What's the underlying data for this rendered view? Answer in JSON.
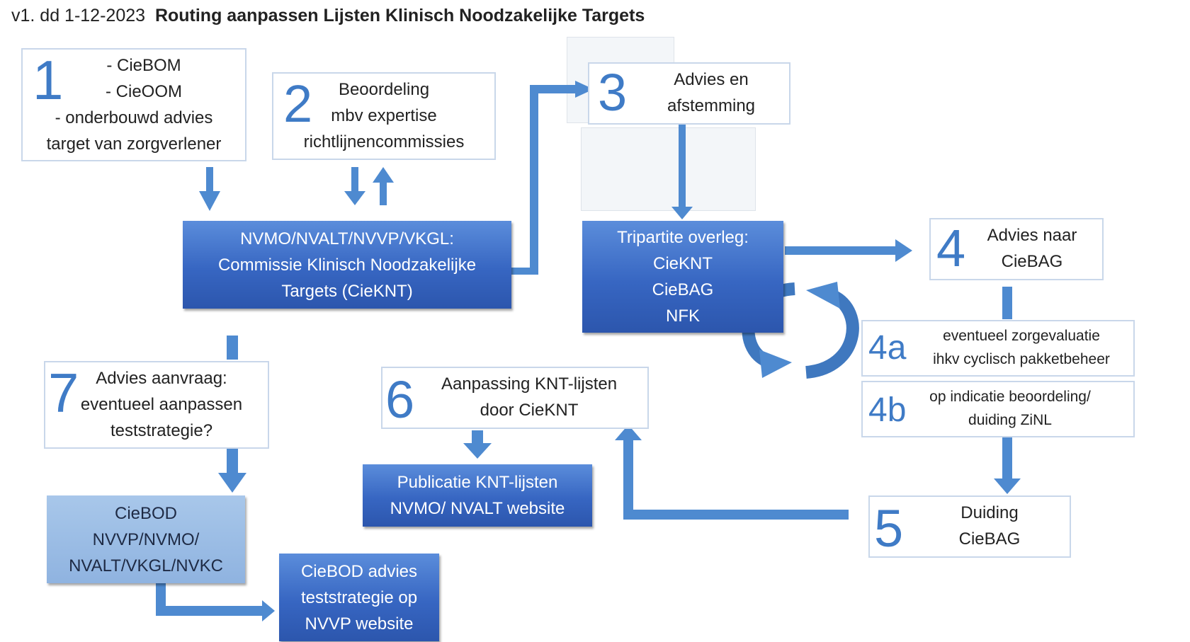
{
  "title": {
    "version": "v1. dd 1-12-2023",
    "text": "Routing aanpassen Lijsten Klinisch Noodzakelijke Targets"
  },
  "box1": {
    "num": "1",
    "lines": [
      "- CieBOM",
      "- CieOOM",
      "- onderbouwd advies",
      "target van zorgverlener"
    ]
  },
  "box2": {
    "num": "2",
    "lines": [
      "Beoordeling",
      "mbv expertise",
      "richtlijnencommissies"
    ]
  },
  "box3": {
    "num": "3",
    "lines": [
      "Advies en",
      "afstemming"
    ]
  },
  "box4": {
    "num": "4",
    "lines": [
      "Advies naar",
      "CieBAG"
    ]
  },
  "box4a": {
    "num": "4a",
    "lines": [
      "eventueel  zorgevaluatie",
      "ihkv cyclisch pakketbeheer"
    ]
  },
  "box4b": {
    "num": "4b",
    "lines": [
      "op indicatie beoordeling/",
      "duiding ZiNL"
    ]
  },
  "box5": {
    "num": "5",
    "lines": [
      "Duiding",
      "CieBAG"
    ]
  },
  "box6": {
    "num": "6",
    "lines": [
      "Aanpassing KNT-lijsten",
      "door CieKNT"
    ]
  },
  "box7": {
    "num": "7",
    "lines": [
      "Advies aanvraag:",
      "eventueel aanpassen",
      "teststrategie?"
    ]
  },
  "cieknt": {
    "lines": [
      "NVMO/NVALT/NVVP/VKGL:",
      "Commissie Klinisch Noodzakelijke",
      "Targets (CieKNT)"
    ]
  },
  "tripartite": {
    "lines": [
      "Tripartite overleg:",
      "CieKNT",
      "CieBAG",
      "NFK"
    ]
  },
  "publicatie": {
    "lines": [
      "Publicatie KNT-lijsten",
      "NVMO/ NVALT website"
    ]
  },
  "ciebod": {
    "lines": [
      "CieBOD",
      "NVVP/NVMO/",
      "NVALT/VKGL/NVKC"
    ]
  },
  "ciebod_advies": {
    "lines": [
      "CieBOD advies",
      "teststrategie op",
      "NVVP website"
    ]
  },
  "colors": {
    "arrow": "#4e8ad0",
    "dark_box": "#3766c2",
    "light_box": "#9cbde6",
    "number": "#3f7bc6"
  }
}
